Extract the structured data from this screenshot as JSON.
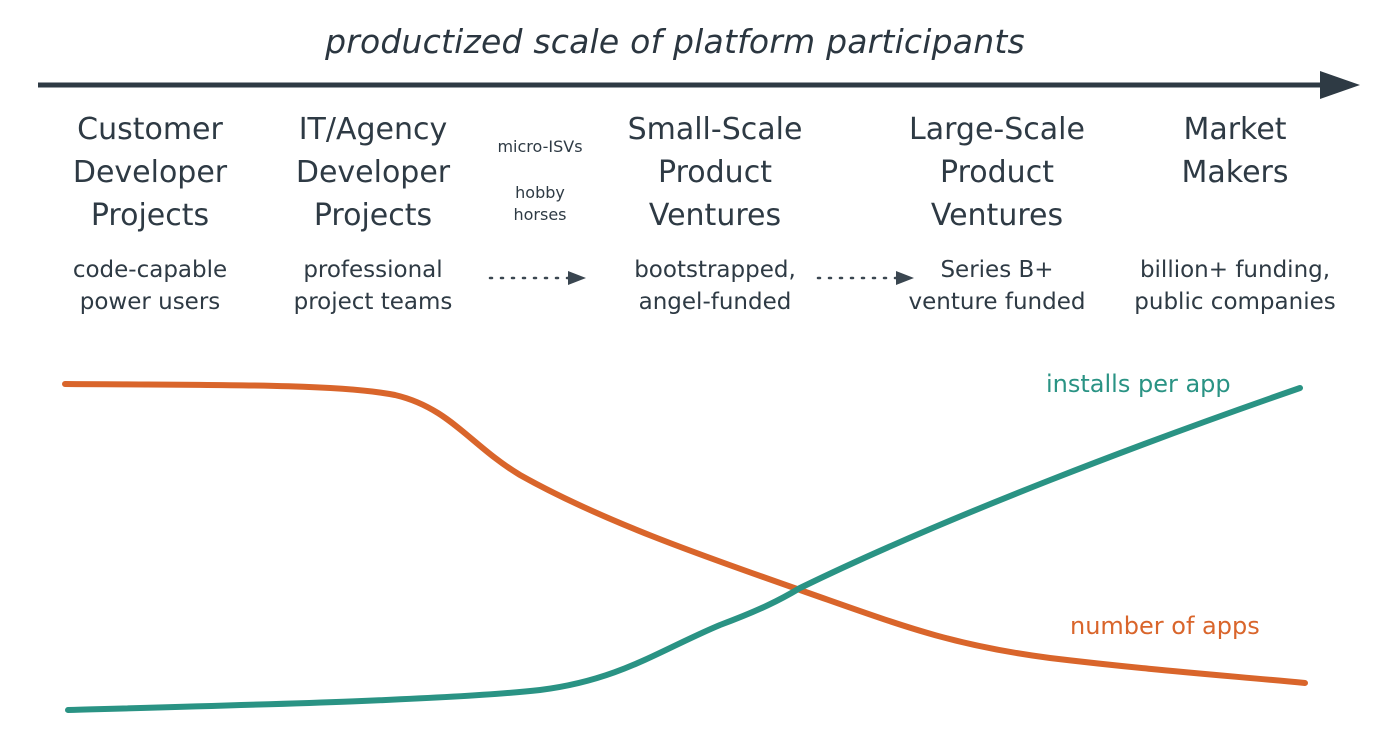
{
  "header": {
    "title": "productized scale of platform participants"
  },
  "columns": [
    {
      "id": "customer-developer",
      "title": "Customer\nDeveloper\nProjects",
      "subtitle": "code-capable\npower users"
    },
    {
      "id": "it-agency-developer",
      "title": "IT/Agency\nDeveloper\nProjects",
      "subtitle": "professional\nproject teams"
    },
    {
      "id": "small-scale-product",
      "title": "Small-Scale\nProduct\nVentures",
      "subtitle": "bootstrapped,\nangel-funded"
    },
    {
      "id": "large-scale-product",
      "title": "Large-Scale\nProduct\nVentures",
      "subtitle": "Series B+\nventure funded"
    },
    {
      "id": "market-makers",
      "title": "Market\nMakers",
      "subtitle": "billion+ funding,\npublic companies"
    }
  ],
  "side_notes": {
    "micro_isvs": "micro-ISVs",
    "hobby_horses": "hobby\nhorses"
  },
  "curves": {
    "installs_per_app": {
      "label": "installs per app",
      "color": "#2a9384"
    },
    "number_of_apps": {
      "label": "number of apps",
      "color": "#d9652b"
    }
  },
  "colors": {
    "arrow": "#2e3a44",
    "text": "#2e3a44"
  }
}
